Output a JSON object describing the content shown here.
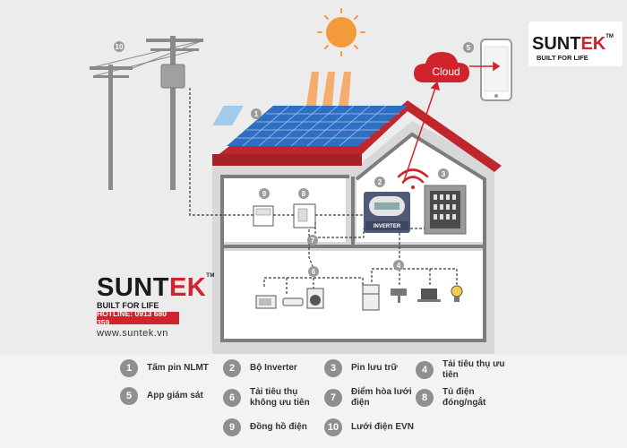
{
  "brand": {
    "name_black": "SUNT",
    "name_red": "EK",
    "trademark": "TM",
    "tagline": "BUILT FOR LIFE",
    "hotline": "HOTLINE: 0913 680 359",
    "website": "www.suntek.vn"
  },
  "diagram": {
    "cloud_label": "Cloud",
    "inverter_label": "INVERTER",
    "markers": [
      "1",
      "2",
      "3",
      "4",
      "5",
      "6",
      "7",
      "8",
      "9",
      "10"
    ]
  },
  "legend": [
    {
      "num": "1",
      "label": "Tấm pin NLMT"
    },
    {
      "num": "2",
      "label": "Bộ Inverter"
    },
    {
      "num": "3",
      "label": "Pin lưu trữ"
    },
    {
      "num": "4",
      "label": "Tải tiêu thụ ưu tiên"
    },
    {
      "num": "5",
      "label": "App giám sát"
    },
    {
      "num": "6",
      "label": "Tải tiêu thụ không ưu tiên"
    },
    {
      "num": "7",
      "label": "Điểm hòa lưới điện"
    },
    {
      "num": "8",
      "label": "Tủ điện đóng/ngắt"
    },
    {
      "num": "9",
      "label": "Đồng hồ điện"
    },
    {
      "num": "10",
      "label": "Lưới điện EVN"
    }
  ],
  "colors": {
    "roof": "#c0272d",
    "house_frame": "#7d7d7d",
    "panel": "#2f6fc2",
    "sun": "#f39a3c",
    "accent_red": "#d0232b"
  }
}
